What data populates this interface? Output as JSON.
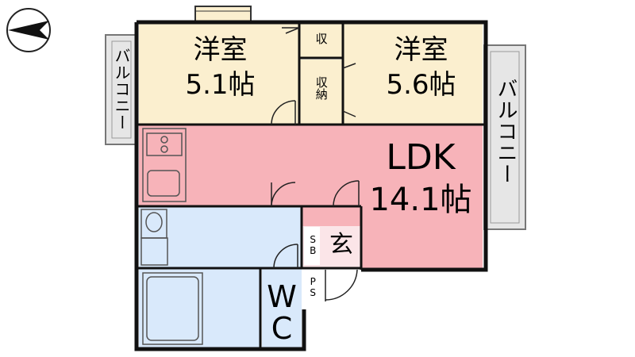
{
  "colors": {
    "western_room_fill": "#fbefcf",
    "ldk_fill": "#f7b3b9",
    "wet_area_fill": "#d9e9fb",
    "balcony_fill": "#e6e6e6",
    "wall": "#111111"
  },
  "icons": [
    "north-arrow-icon",
    "stove-icon",
    "sink-icon",
    "washbasin-icon",
    "bathtub-icon"
  ],
  "rooms": {
    "western_left": {
      "name": "洋室",
      "size": "5.1帖"
    },
    "western_right": {
      "name": "洋室",
      "size": "5.6帖"
    },
    "ldk": {
      "name": "LDK",
      "size": "14.1帖"
    },
    "storage_small": {
      "label": "収"
    },
    "storage_closet": {
      "label": "収納"
    },
    "balcony_left": {
      "label": "バルコニー"
    },
    "balcony_right": {
      "label": "バルコニー"
    },
    "genkan": {
      "label": "玄"
    },
    "shoe_box": {
      "label": "SB"
    },
    "pipe_space": {
      "label": "PS"
    },
    "toilet": {
      "label": "WC"
    }
  }
}
